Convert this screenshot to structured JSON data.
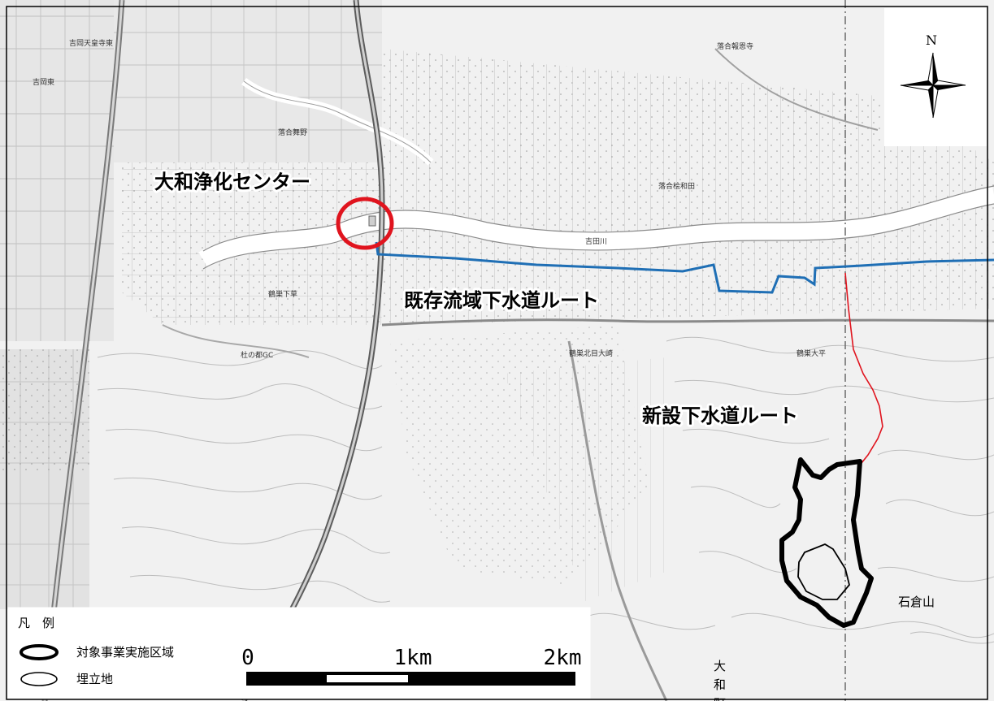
{
  "labels": {
    "treatment_center": "大和浄化センター",
    "existing_route": "既存流域下水道ルート",
    "new_route": "新設下水道ルート"
  },
  "place_names": {
    "mountain": "石倉山",
    "town_1": "大",
    "town_2": "和",
    "town_3": "町"
  },
  "compass": {
    "north": "N"
  },
  "legend": {
    "title": "凡　例",
    "items": [
      {
        "label": "対象事業実施区域",
        "symbol": "thick-ellipse-icon"
      },
      {
        "label": "埋立地",
        "symbol": "thin-ellipse-icon"
      }
    ]
  },
  "scale_bar": {
    "tick_labels": [
      "0",
      "1km",
      "2km"
    ]
  },
  "colors": {
    "existing_route": "#1f6fb5",
    "new_route": "#e0141e",
    "treatment_circle": "#e0141e",
    "project_area": "#000000"
  }
}
